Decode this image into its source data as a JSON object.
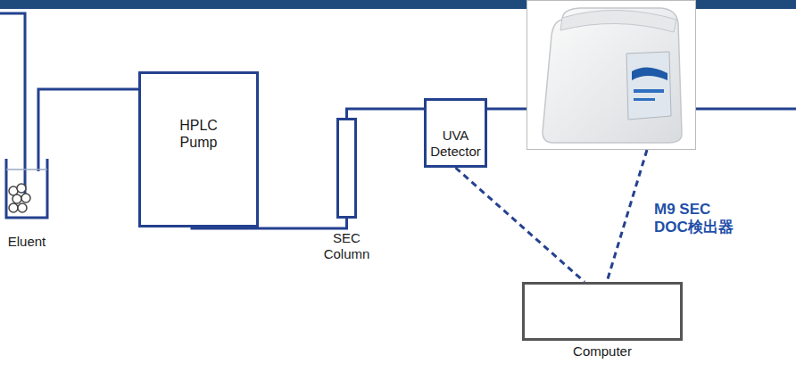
{
  "diagram": {
    "nodes": [
      {
        "text": [
          "Eluent"
        ]
      },
      {
        "text": [
          "HPLC Pump"
        ]
      },
      {
        "text": [
          "SEC Column"
        ]
      },
      {
        "text": [
          "UVA Detector"
        ]
      },
      {
        "text": [
          "M9 SEC DOC検出器"
        ]
      },
      {
        "text": [
          "Computer"
        ]
      }
    ],
    "edges": [
      {
        "from": 0,
        "to": 1,
        "arrow": "none"
      },
      {
        "from": 1,
        "to": 2,
        "arrow": "none"
      },
      {
        "from": 2,
        "to": 3,
        "arrow": "none"
      },
      {
        "from": 3,
        "to": 4,
        "arrow": "none"
      },
      {
        "from": 3,
        "to": 5,
        "arrow": "none"
      },
      {
        "from": 4,
        "to": 5,
        "arrow": "none"
      }
    ]
  }
}
